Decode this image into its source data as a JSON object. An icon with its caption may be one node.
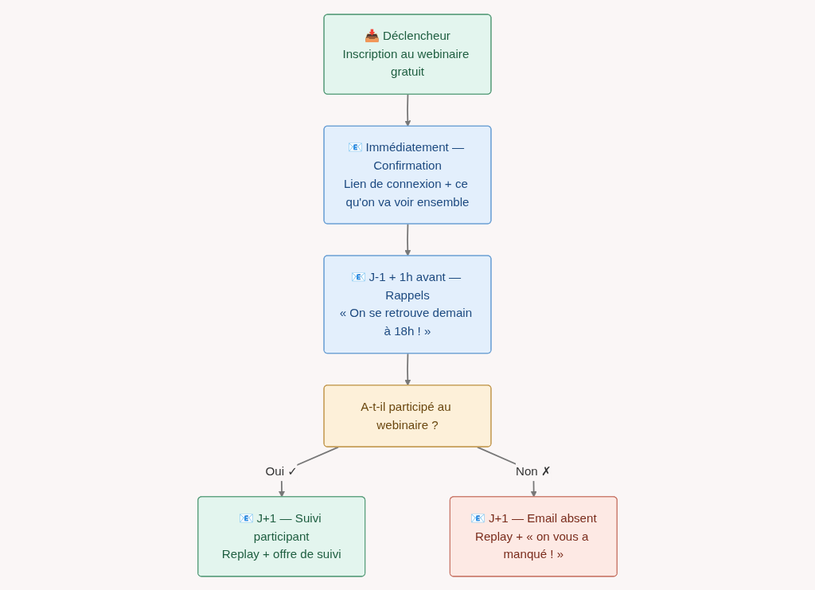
{
  "diagram": {
    "nodes": [
      {
        "text": [
          "📥 Déclencheur",
          "Inscription au webinaire gratuit"
        ]
      },
      {
        "text": [
          "📧 Immédiatement — Confirmation",
          "Lien de connexion + ce qu'on va voir ensemble"
        ]
      },
      {
        "text": [
          "📧 J-1 + 1h avant — Rappels",
          "« On se retrouve demain à 18h ! »"
        ]
      },
      {
        "text": [
          "A-t-il participé au webinaire ?"
        ]
      },
      {
        "text": [
          "📧 J+1 — Suivi participant",
          "Replay + offre de suivi"
        ]
      },
      {
        "text": [
          "📧 J+1 — Email absent",
          "Replay + « on vous a manqué ! »"
        ]
      }
    ],
    "edges": [
      {
        "from": 0,
        "to": 1,
        "arrow": "to"
      },
      {
        "from": 1,
        "to": 2,
        "arrow": "to"
      },
      {
        "from": 2,
        "to": 3,
        "arrow": "to"
      },
      {
        "from": 3,
        "to": 4,
        "label": "Oui ✓",
        "arrow": "to"
      },
      {
        "from": 3,
        "to": 5,
        "label": "Non ✗",
        "arrow": "to"
      }
    ]
  }
}
